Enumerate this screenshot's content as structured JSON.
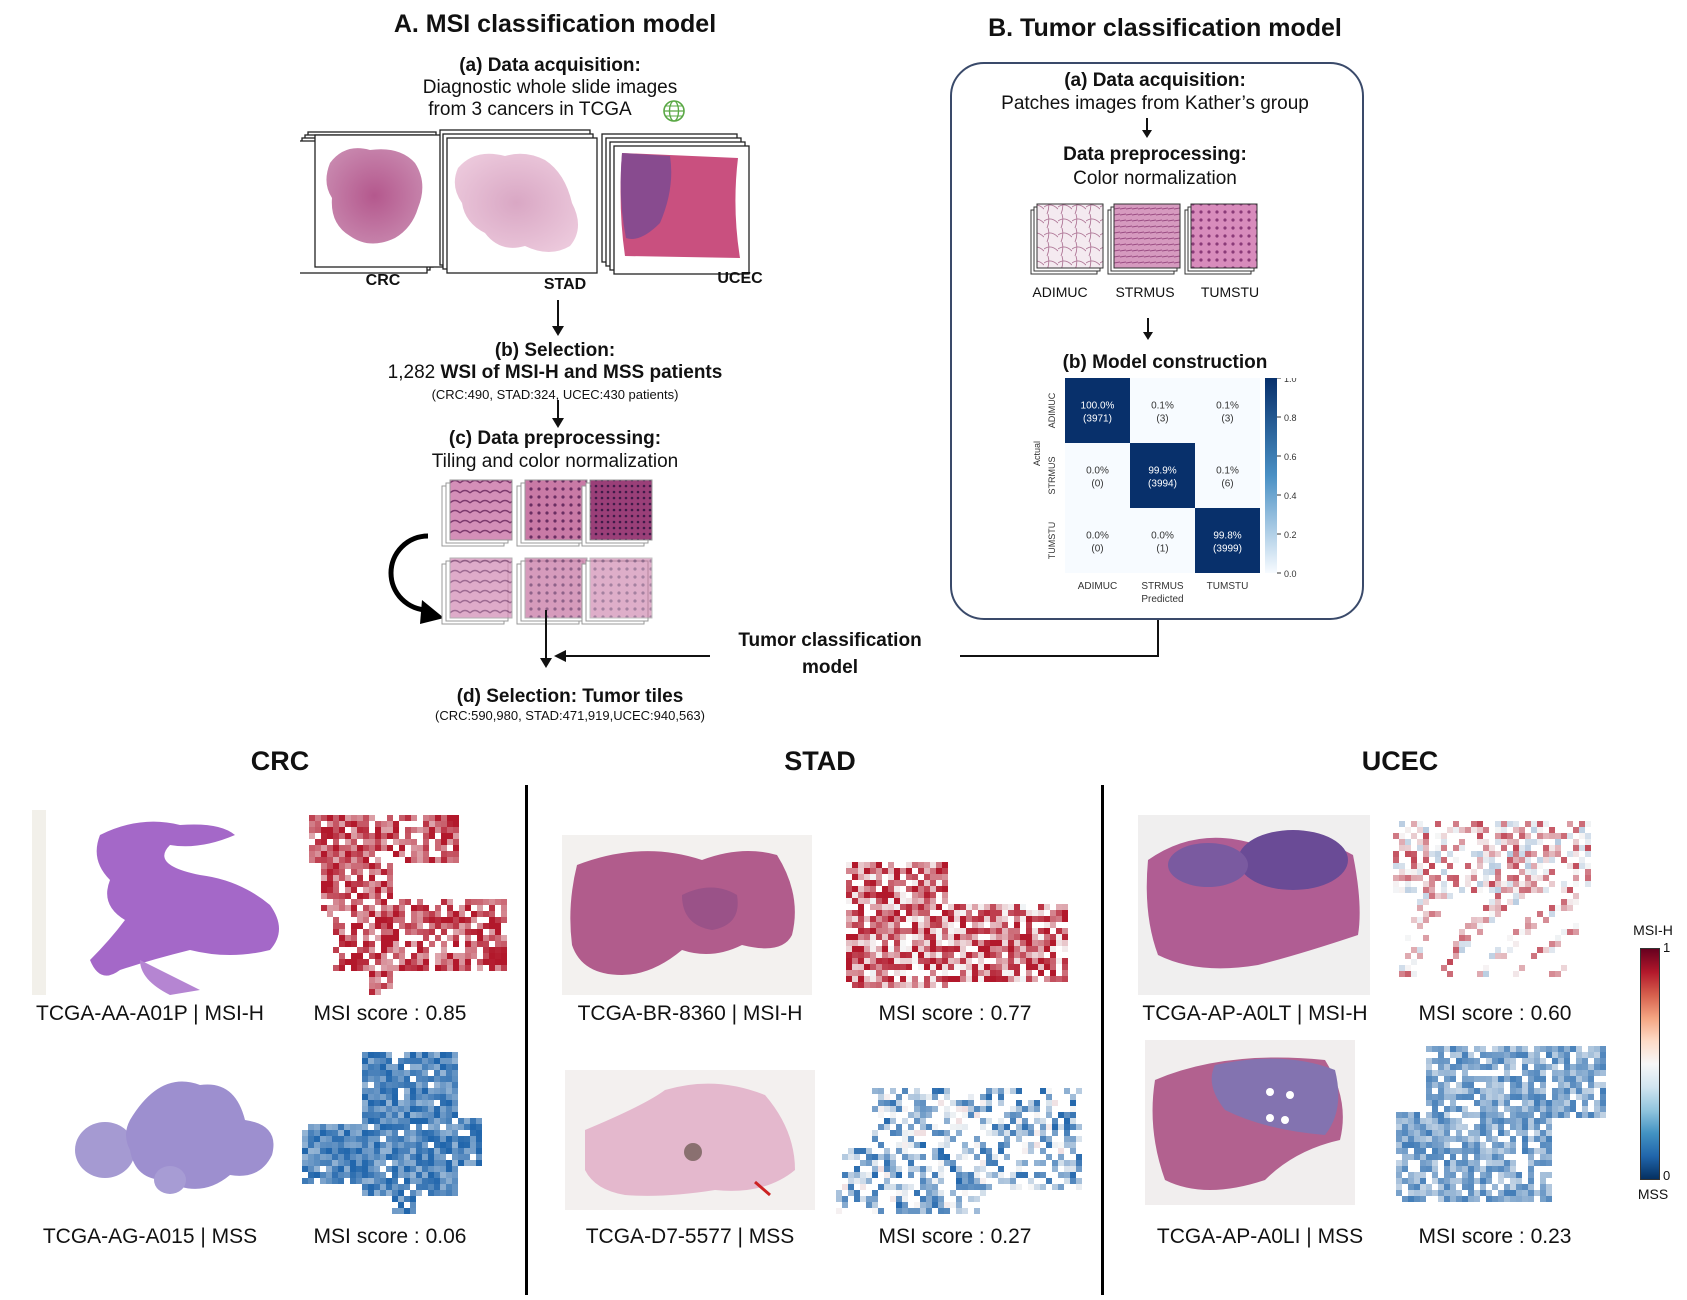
{
  "panel_a": {
    "title": "A. MSI classification model",
    "step_a": {
      "title": "(a) Data acquisition:",
      "line1": "Diagnostic whole slide images",
      "line2": "from 3 cancers in TCGA"
    },
    "slides": [
      "CRC",
      "STAD",
      "UCEC"
    ],
    "step_b": {
      "title": "(b) Selection:",
      "line_prefix": "1,282 ",
      "line_bold": "WSI of MSI-H and MSS patients",
      "detail": "(CRC:490, STAD:324, UCEC:430 patients)"
    },
    "step_c": {
      "title": "(c) Data preprocessing:",
      "line": "Tiling and color normalization"
    },
    "step_d": {
      "title": "(d) Selection: Tumor tiles",
      "detail": "(CRC:590,980, STAD:471,919,UCEC:940,563)"
    },
    "tumor_model_label_1": "Tumor classification",
    "tumor_model_label_2": "model"
  },
  "panel_b": {
    "title": "B. Tumor classification model",
    "step_a": {
      "title": "(a) Data acquisition:",
      "line": "Patches images from Kather’s group"
    },
    "preprocess": {
      "title": "Data preprocessing:",
      "line": "Color normalization"
    },
    "patches": [
      "ADIMUC",
      "STRMUS",
      "TUMSTU"
    ],
    "step_b": {
      "title": "(b) Model construction"
    },
    "confusion_matrix": {
      "classes": [
        "ADIMUC",
        "STRMUS",
        "TUMSTU"
      ],
      "y_axis_label": "Actual",
      "x_axis_label": "Predicted",
      "cells": [
        [
          {
            "pct": "100.0%",
            "n": "(3971)",
            "v": 1.0
          },
          {
            "pct": "0.1%",
            "n": "(3)",
            "v": 0.001
          },
          {
            "pct": "0.1%",
            "n": "(3)",
            "v": 0.001
          }
        ],
        [
          {
            "pct": "0.0%",
            "n": "(0)",
            "v": 0.0
          },
          {
            "pct": "99.9%",
            "n": "(3994)",
            "v": 0.999
          },
          {
            "pct": "0.1%",
            "n": "(6)",
            "v": 0.001
          }
        ],
        [
          {
            "pct": "0.0%",
            "n": "(0)",
            "v": 0.0
          },
          {
            "pct": "0.0%",
            "n": "(1)",
            "v": 0.0
          },
          {
            "pct": "99.8%",
            "n": "(3999)",
            "v": 0.998
          }
        ]
      ],
      "colorbar_ticks": [
        "1.0",
        "0.8",
        "0.6",
        "0.4",
        "0.2",
        "0.0"
      ],
      "colors": {
        "high": "#08306b",
        "low": "#f7fbff"
      }
    }
  },
  "bottom": {
    "sections": [
      {
        "title": "CRC",
        "top": {
          "slide_label": "TCGA-AA-A01P | MSI-H",
          "score_label": "MSI score : 0.85"
        },
        "bottom": {
          "slide_label": "TCGA-AG-A015 | MSS",
          "score_label": "MSI score : 0.06"
        }
      },
      {
        "title": "STAD",
        "top": {
          "slide_label": "TCGA-BR-8360 | MSI-H",
          "score_label": "MSI score : 0.77"
        },
        "bottom": {
          "slide_label": "TCGA-D7-5577 | MSS",
          "score_label": "MSI score : 0.27"
        }
      },
      {
        "title": "UCEC",
        "top": {
          "slide_label": "TCGA-AP-A0LT | MSI-H",
          "score_label": "MSI score : 0.60"
        },
        "bottom": {
          "slide_label": "TCGA-AP-A0LI | MSS",
          "score_label": "MSI score : 0.23"
        }
      }
    ],
    "legend": {
      "top_label": "MSI-H",
      "bottom_label": "MSS",
      "max_tick": "1",
      "min_tick": "0"
    },
    "colors": {
      "msi_h": "#b2182b",
      "mss": "#2166ac",
      "mid": "#f7f7f7"
    }
  }
}
